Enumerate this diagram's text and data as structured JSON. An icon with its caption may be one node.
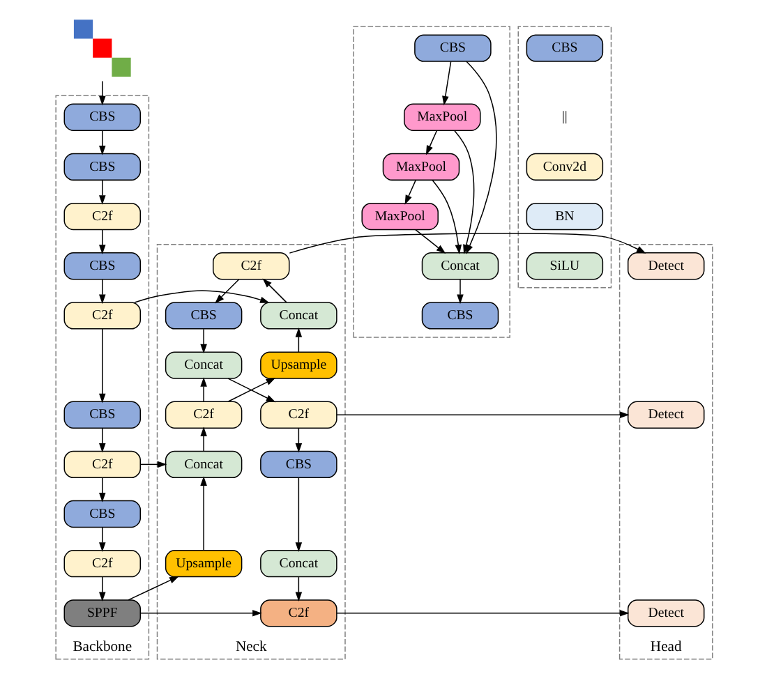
{
  "diagram": {
    "nodes": [
      {
        "text": [],
        "shape": "picture"
      },
      {
        "text": [
          "Backbone"
        ]
      },
      {
        "text": [
          "CBS"
        ],
        "in": 1
      },
      {
        "text": [
          "CBS"
        ],
        "in": 1
      },
      {
        "text": [
          "C2f"
        ],
        "in": 1
      },
      {
        "text": [
          "CBS"
        ],
        "in": 1
      },
      {
        "text": [
          "C2f"
        ],
        "in": 1
      },
      {
        "text": [
          "CBS"
        ],
        "in": 1
      },
      {
        "text": [
          "C2f"
        ],
        "in": 1
      },
      {
        "text": [
          "CBS"
        ],
        "in": 1
      },
      {
        "text": [
          "C2f"
        ],
        "in": 1
      },
      {
        "text": [
          "SPPF"
        ],
        "in": 1
      },
      {
        "text": [],
        "shape": "box"
      },
      {
        "text": [
          "CBS"
        ],
        "in": 12
      },
      {
        "text": [
          "MaxPool"
        ],
        "in": 12
      },
      {
        "text": [
          "MaxPool"
        ],
        "in": 12
      },
      {
        "text": [
          "MaxPool"
        ],
        "in": 12
      },
      {
        "text": [
          "Concat"
        ],
        "in": 12
      },
      {
        "text": [
          "CBS"
        ],
        "in": 12
      },
      {
        "text": [],
        "shape": "box"
      },
      {
        "text": [
          "CBS"
        ],
        "in": 19
      },
      {
        "text": [
          "Conv2d"
        ],
        "in": 19
      },
      {
        "text": [
          "BN"
        ],
        "in": 19
      },
      {
        "text": [
          "SiLU"
        ],
        "in": 19
      },
      {
        "text": [
          "Neck"
        ]
      },
      {
        "text": [
          "C2f"
        ],
        "in": 24
      },
      {
        "text": [
          "Concat"
        ],
        "in": 24
      },
      {
        "text": [
          "Upsample"
        ],
        "in": 24
      },
      {
        "text": [
          "C2f"
        ],
        "in": 24
      },
      {
        "text": [
          "Concat"
        ],
        "in": 24
      },
      {
        "text": [
          "Upsample"
        ],
        "in": 24
      },
      {
        "text": [
          "CBS"
        ],
        "in": 24
      },
      {
        "text": [
          "Concat"
        ],
        "in": 24
      },
      {
        "text": [
          "C2f"
        ],
        "in": 24
      },
      {
        "text": [
          "CBS"
        ],
        "in": 24
      },
      {
        "text": [
          "Concat"
        ],
        "in": 24
      },
      {
        "text": [
          "C2f"
        ],
        "in": 24
      },
      {
        "text": [
          "Head"
        ]
      },
      {
        "text": [
          "Detect"
        ],
        "in": 37
      },
      {
        "text": [
          "Detect"
        ],
        "in": 37
      },
      {
        "text": [
          "Detect"
        ],
        "in": 37
      }
    ],
    "edges": [
      {
        "from": 0,
        "to": 2,
        "arrow": "to"
      },
      {
        "from": 2,
        "to": 3,
        "arrow": "to"
      },
      {
        "from": 3,
        "to": 4,
        "arrow": "to"
      },
      {
        "from": 4,
        "to": 5,
        "arrow": "to"
      },
      {
        "from": 5,
        "to": 6,
        "arrow": "to"
      },
      {
        "from": 6,
        "to": 7,
        "arrow": "to"
      },
      {
        "from": 7,
        "to": 8,
        "arrow": "to"
      },
      {
        "from": 8,
        "to": 9,
        "arrow": "to"
      },
      {
        "from": 9,
        "to": 10,
        "arrow": "to"
      },
      {
        "from": 10,
        "to": 11,
        "arrow": "to"
      },
      {
        "from": 13,
        "to": 16,
        "arrow": "to"
      },
      {
        "from": 16,
        "to": 15,
        "arrow": "to"
      },
      {
        "from": 15,
        "to": 14,
        "arrow": "to"
      },
      {
        "from": 14,
        "to": 17,
        "arrow": "to"
      },
      {
        "from": 15,
        "to": 17,
        "arrow": "to"
      },
      {
        "from": 16,
        "to": 17,
        "arrow": "to"
      },
      {
        "from": 13,
        "to": 17,
        "arrow": "to"
      },
      {
        "from": 17,
        "to": 18,
        "arrow": "to"
      },
      {
        "from": 6,
        "to": 26,
        "arrow": "to"
      },
      {
        "from": 8,
        "to": 29,
        "arrow": "to"
      },
      {
        "from": 11,
        "to": 30,
        "arrow": "to"
      },
      {
        "from": 11,
        "to": 36,
        "arrow": "to"
      },
      {
        "from": 30,
        "to": 29,
        "arrow": "to"
      },
      {
        "from": 29,
        "to": 28,
        "arrow": "to"
      },
      {
        "from": 28,
        "to": 27,
        "arrow": "to"
      },
      {
        "from": 27,
        "to": 26,
        "arrow": "to"
      },
      {
        "from": 26,
        "to": 25,
        "arrow": "to"
      },
      {
        "from": 25,
        "to": 38,
        "arrow": "to"
      },
      {
        "from": 25,
        "to": 31,
        "arrow": "to"
      },
      {
        "from": 28,
        "to": 32,
        "arrow": "to"
      },
      {
        "from": 31,
        "to": 32,
        "arrow": "to"
      },
      {
        "from": 32,
        "to": 33,
        "arrow": "to"
      },
      {
        "from": 33,
        "to": 39,
        "arrow": "to"
      },
      {
        "from": 33,
        "to": 34,
        "arrow": "to"
      },
      {
        "from": 34,
        "to": 35,
        "arrow": "to"
      },
      {
        "from": 35,
        "to": 36,
        "arrow": "to"
      },
      {
        "from": 36,
        "to": 40,
        "arrow": "to"
      }
    ],
    "labels": [
      "||"
    ]
  }
}
